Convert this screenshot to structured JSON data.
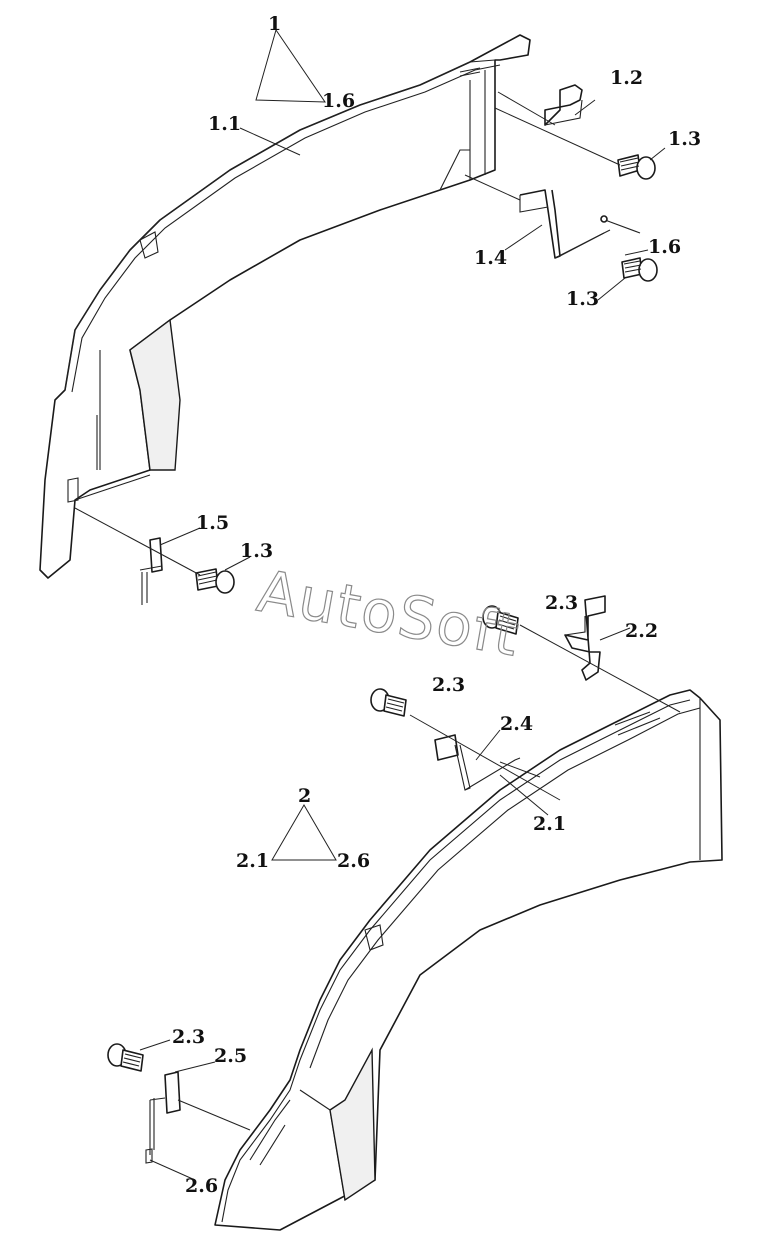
{
  "watermark": "AutoSoft",
  "assembly_1": {
    "group_label": "1",
    "tree_left": "1.1",
    "tree_right": "1.6"
  },
  "assembly_2": {
    "group_label": "2",
    "tree_left": "2.1",
    "tree_right": "2.6"
  },
  "callouts": {
    "c_1_1": "1.1",
    "c_1_2": "1.2",
    "c_1_3_a": "1.3",
    "c_1_4": "1.4",
    "c_1_6": "1.6",
    "c_1_3_b": "1.3",
    "c_1_5": "1.5",
    "c_1_3_c": "1.3",
    "c_2_3_a": "2.3",
    "c_2_2": "2.2",
    "c_2_3_b": "2.3",
    "c_2_4": "2.4",
    "c_2_1": "2.1",
    "c_2_3_c": "2.3",
    "c_2_5": "2.5",
    "c_2_6": "2.6"
  }
}
